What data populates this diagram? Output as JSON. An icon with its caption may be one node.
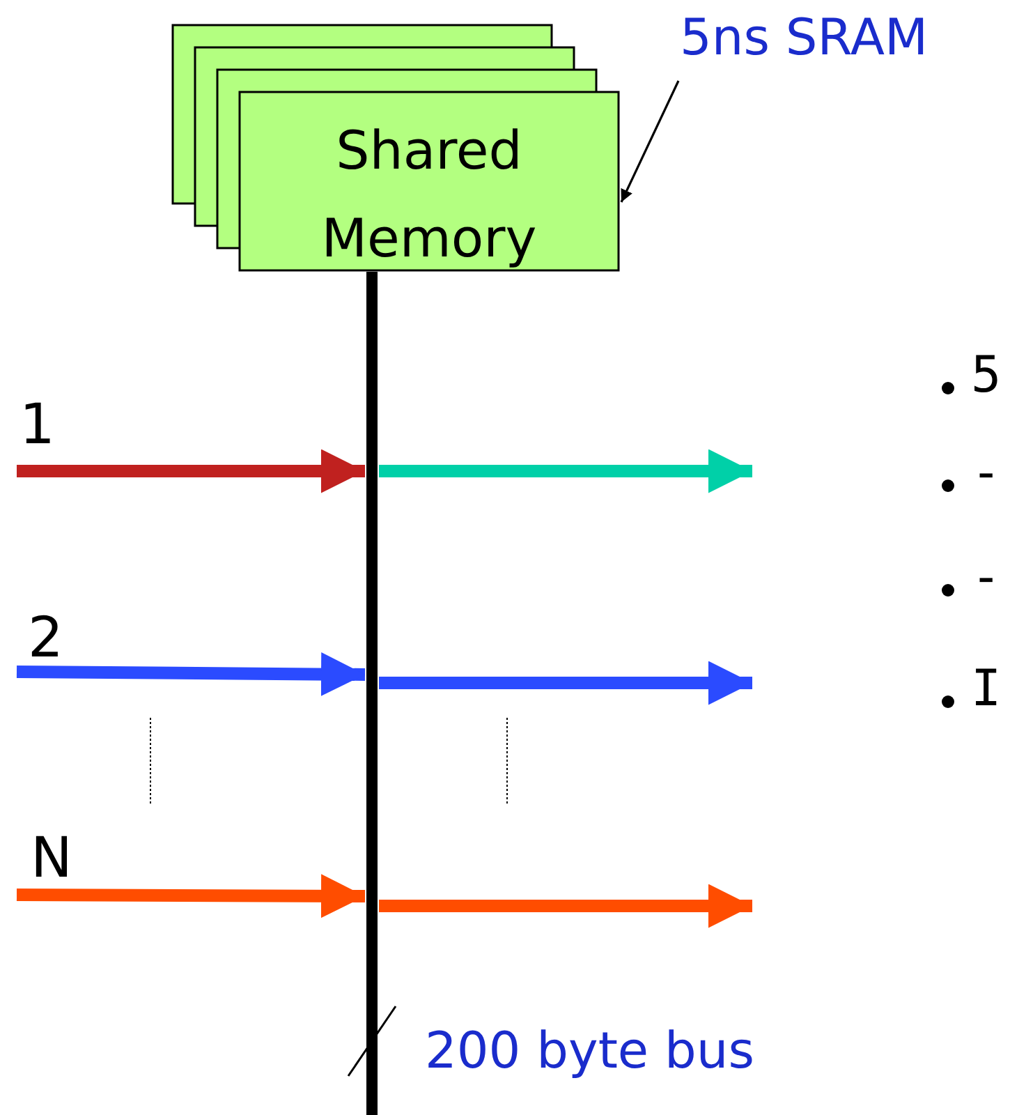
{
  "diagram": {
    "nodes": [
      {
        "text": [
          "5ns SRAM"
        ]
      },
      {
        "text": [
          "Shared Memory"
        ]
      },
      {
        "text": [],
        "shape": "bar",
        "beside": [
          "200 byte bus"
        ]
      }
    ],
    "edges": [
      {
        "from": 0,
        "to": 1,
        "arrow": "to",
        "color": "#000000"
      },
      {
        "from": null,
        "to": 2,
        "arrow": "to",
        "label": "1",
        "color": "#c0211f"
      },
      {
        "from": 2,
        "to": null,
        "arrow": "to",
        "color": "#00d0a8"
      },
      {
        "from": null,
        "to": 2,
        "arrow": "to",
        "label": "2",
        "color": "#2b4bff"
      },
      {
        "from": 2,
        "to": null,
        "arrow": "to",
        "color": "#2b4bff"
      },
      {
        "from": null,
        "to": 2,
        "arrow": "to",
        "label": "N",
        "color": "#ff4d00"
      },
      {
        "from": 2,
        "to": null,
        "arrow": "to",
        "color": "#ff4d00"
      }
    ],
    "labels": [
      "5",
      "-",
      "-",
      "I"
    ]
  }
}
